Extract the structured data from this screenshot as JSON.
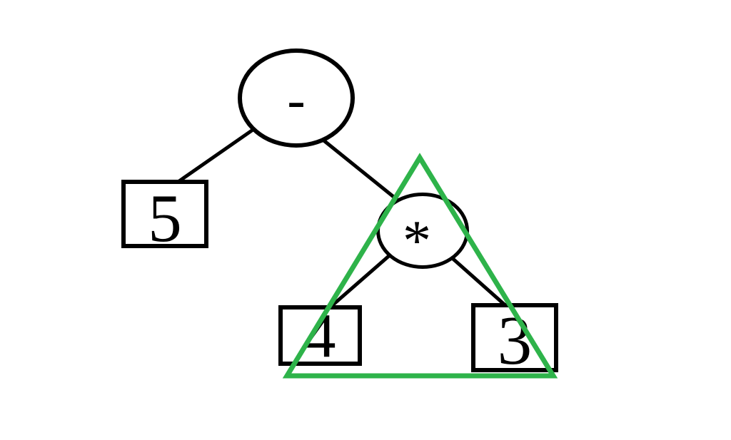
{
  "diagram": {
    "type": "binary-expression-tree",
    "nodes": {
      "minus": {
        "label": "-",
        "shape": "ellipse",
        "role": "operator-root"
      },
      "five": {
        "label": "5",
        "shape": "rectangle",
        "role": "operand-leaf"
      },
      "times": {
        "label": "*",
        "shape": "ellipse",
        "role": "operator"
      },
      "four": {
        "label": "4",
        "shape": "rectangle",
        "role": "operand-leaf"
      },
      "three": {
        "label": "3",
        "shape": "rectangle",
        "role": "operand-leaf"
      }
    },
    "edges": [
      {
        "from": "minus",
        "to": "five"
      },
      {
        "from": "minus",
        "to": "times"
      },
      {
        "from": "times",
        "to": "four"
      },
      {
        "from": "times",
        "to": "three"
      }
    ],
    "highlight": {
      "shape": "triangle",
      "encloses": [
        "times",
        "four",
        "three"
      ]
    },
    "colors": {
      "line": "#000000",
      "node_fill": "#ffffff",
      "highlight": "#2eb34a",
      "text": "#000000",
      "background": "#ffffff"
    }
  }
}
